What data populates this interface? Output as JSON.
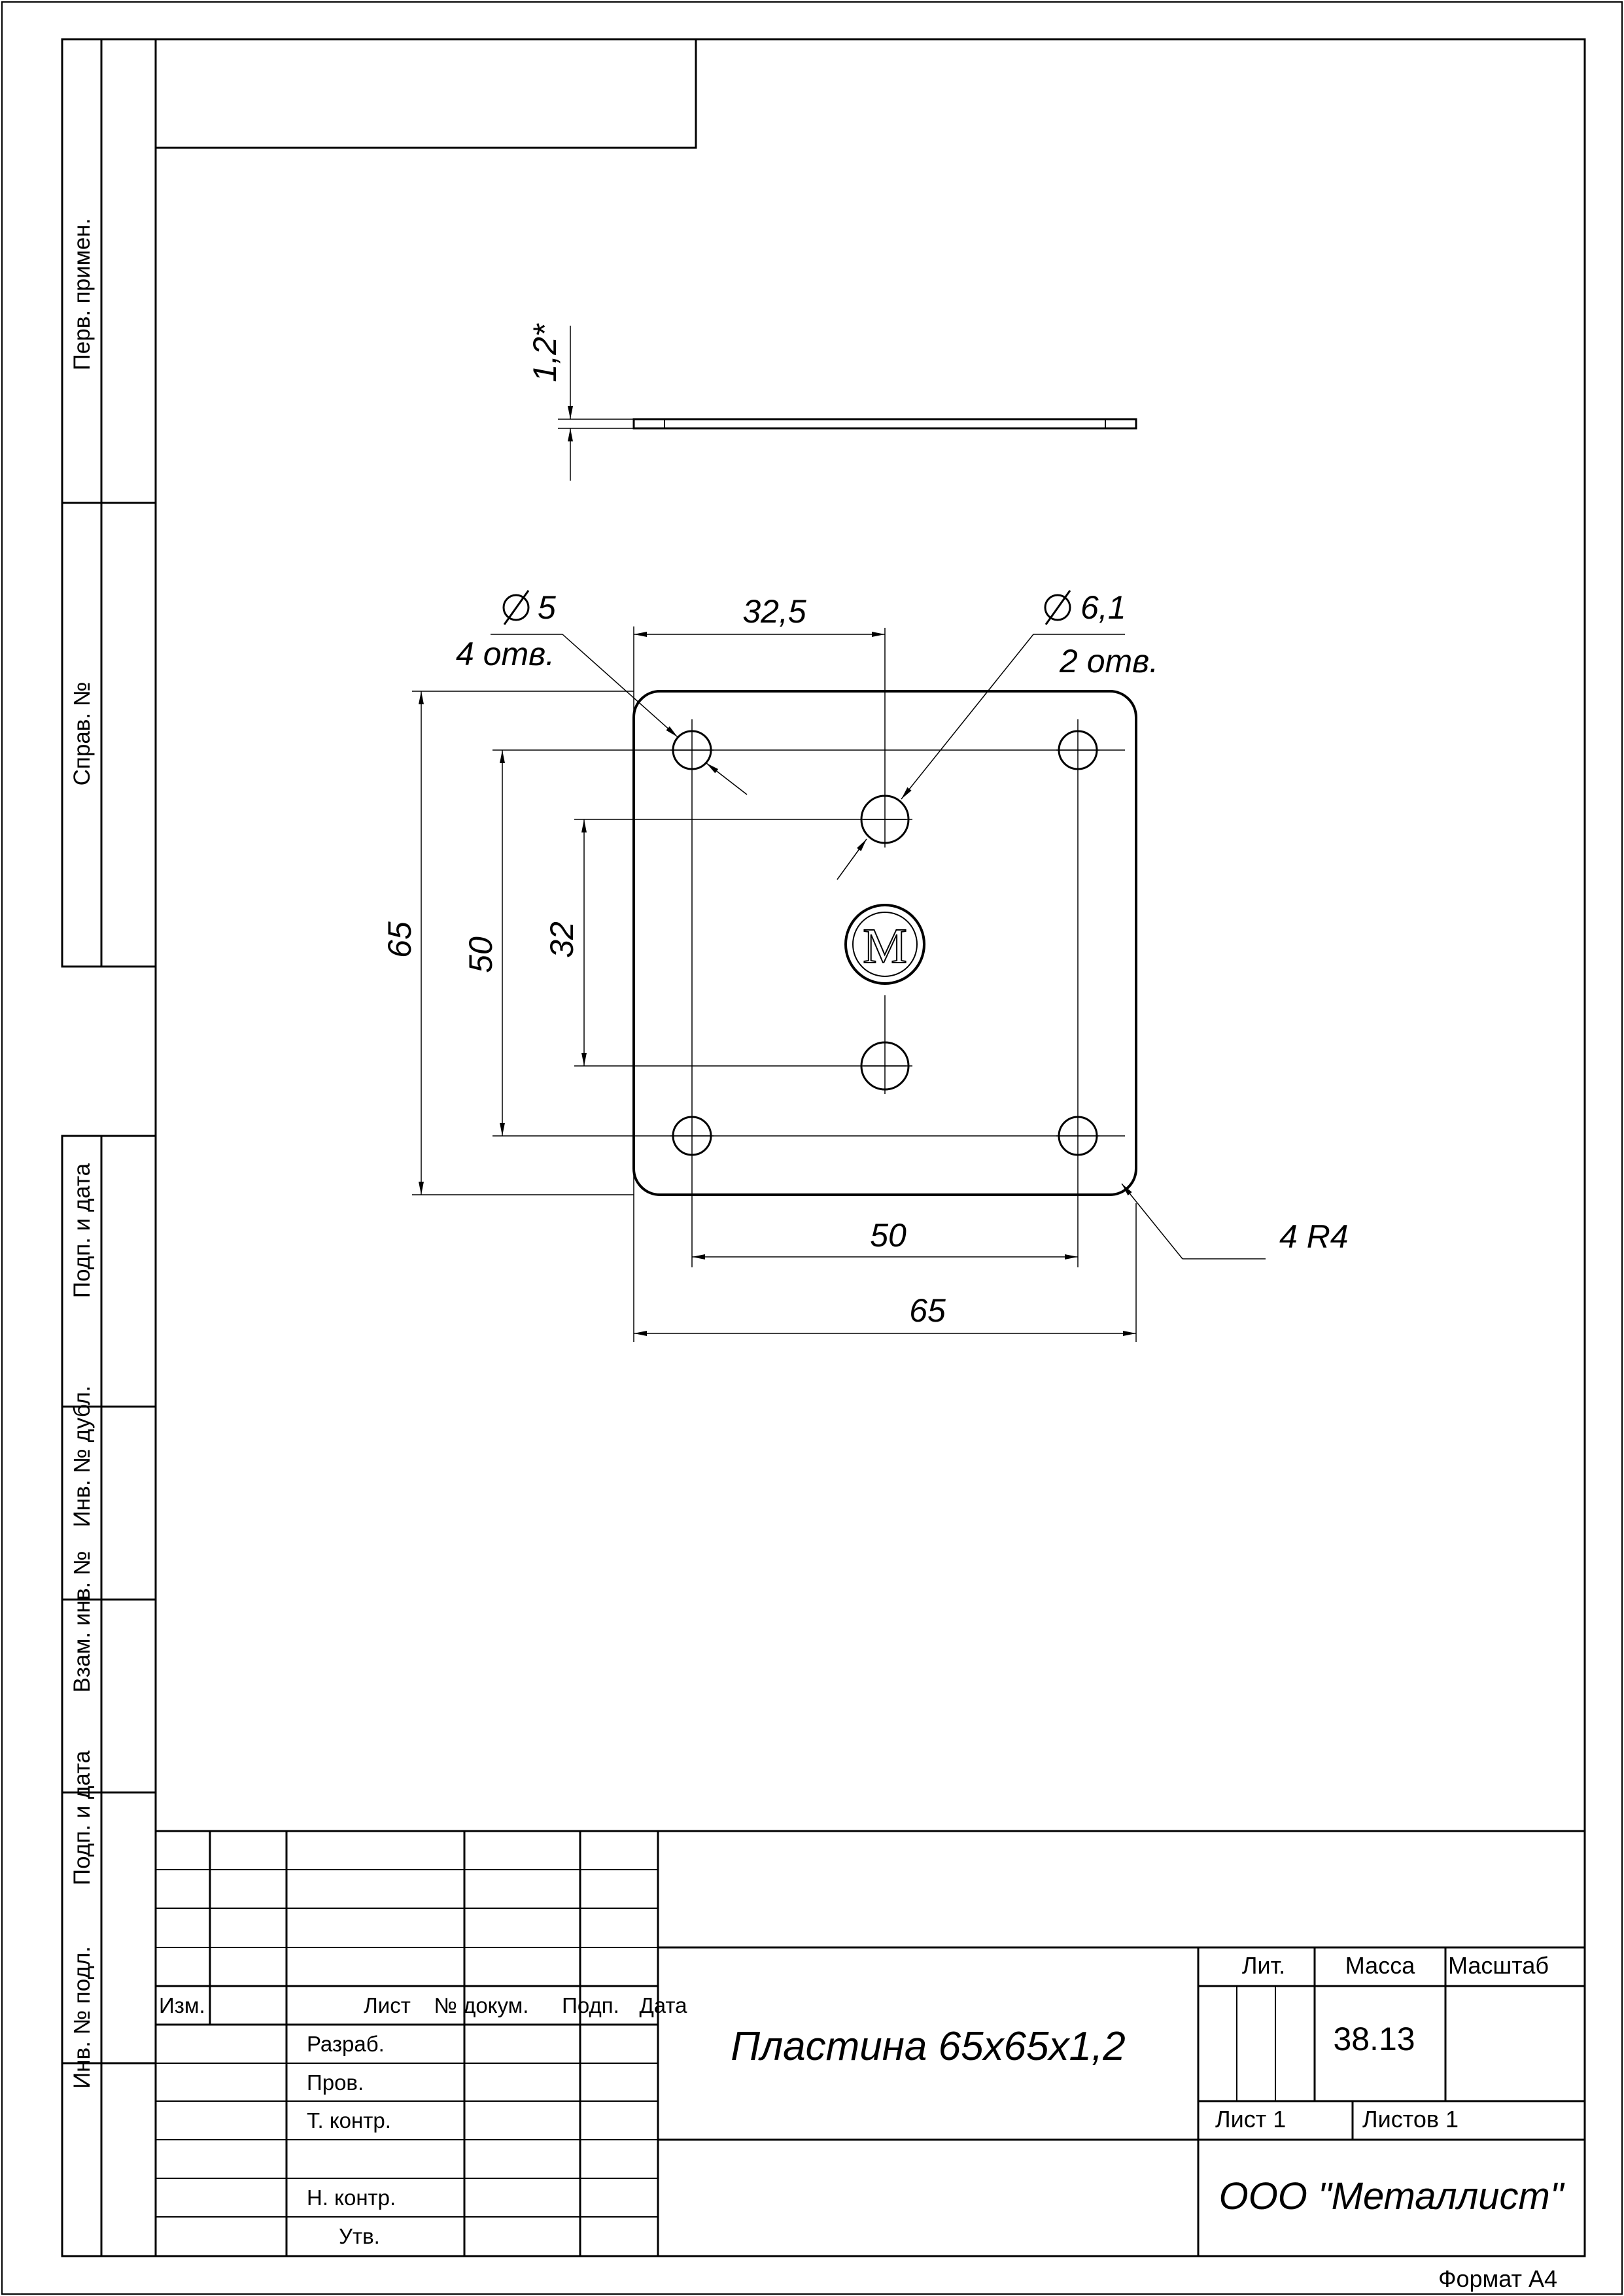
{
  "side_labels": {
    "perv_primen": "Перв. примен.",
    "sprav": "Справ. №",
    "podp_data_1": "Подп. и дата",
    "inv_dubl": "Инв. № дубл.",
    "vzam_inv": "Взам. инв. №",
    "podp_data_2": "Подп. и дата",
    "inv_podl": "Инв. № подл."
  },
  "dimensions": {
    "thickness": "1,2*",
    "hole_small_dia": "5",
    "hole_small_qty": "4  отв.",
    "hole_large_dia": "6,1",
    "hole_large_qty": "2  отв.",
    "top_offset": "32,5",
    "height_overall": "65",
    "height_holes": "50",
    "height_center_holes": "32",
    "width_holes": "50",
    "width_overall": "65",
    "corner_radius": "4  R4",
    "logo_letter": "М"
  },
  "title_block": {
    "headers": {
      "izm": "Изм.",
      "list": "Лист",
      "n_dokum": "№ докум.",
      "podp": "Подп.",
      "data": "Дата"
    },
    "roles": {
      "razrab": "Разраб.",
      "prov": "Пров.",
      "t_kontr": "Т. контр.",
      "n_kontr": "Н. контр.",
      "utv": "Утв."
    },
    "designation": "Пластина  65х65х1,2",
    "lit_label": "Лит.",
    "massa_label": "Масса",
    "masshtab_label": "Масштаб",
    "massa_value": "38.13",
    "sheet_label": "Лист 1",
    "sheets_label": "Листов 1",
    "company": "ООО  \"Металлист\""
  },
  "format_label": "Формат А4"
}
